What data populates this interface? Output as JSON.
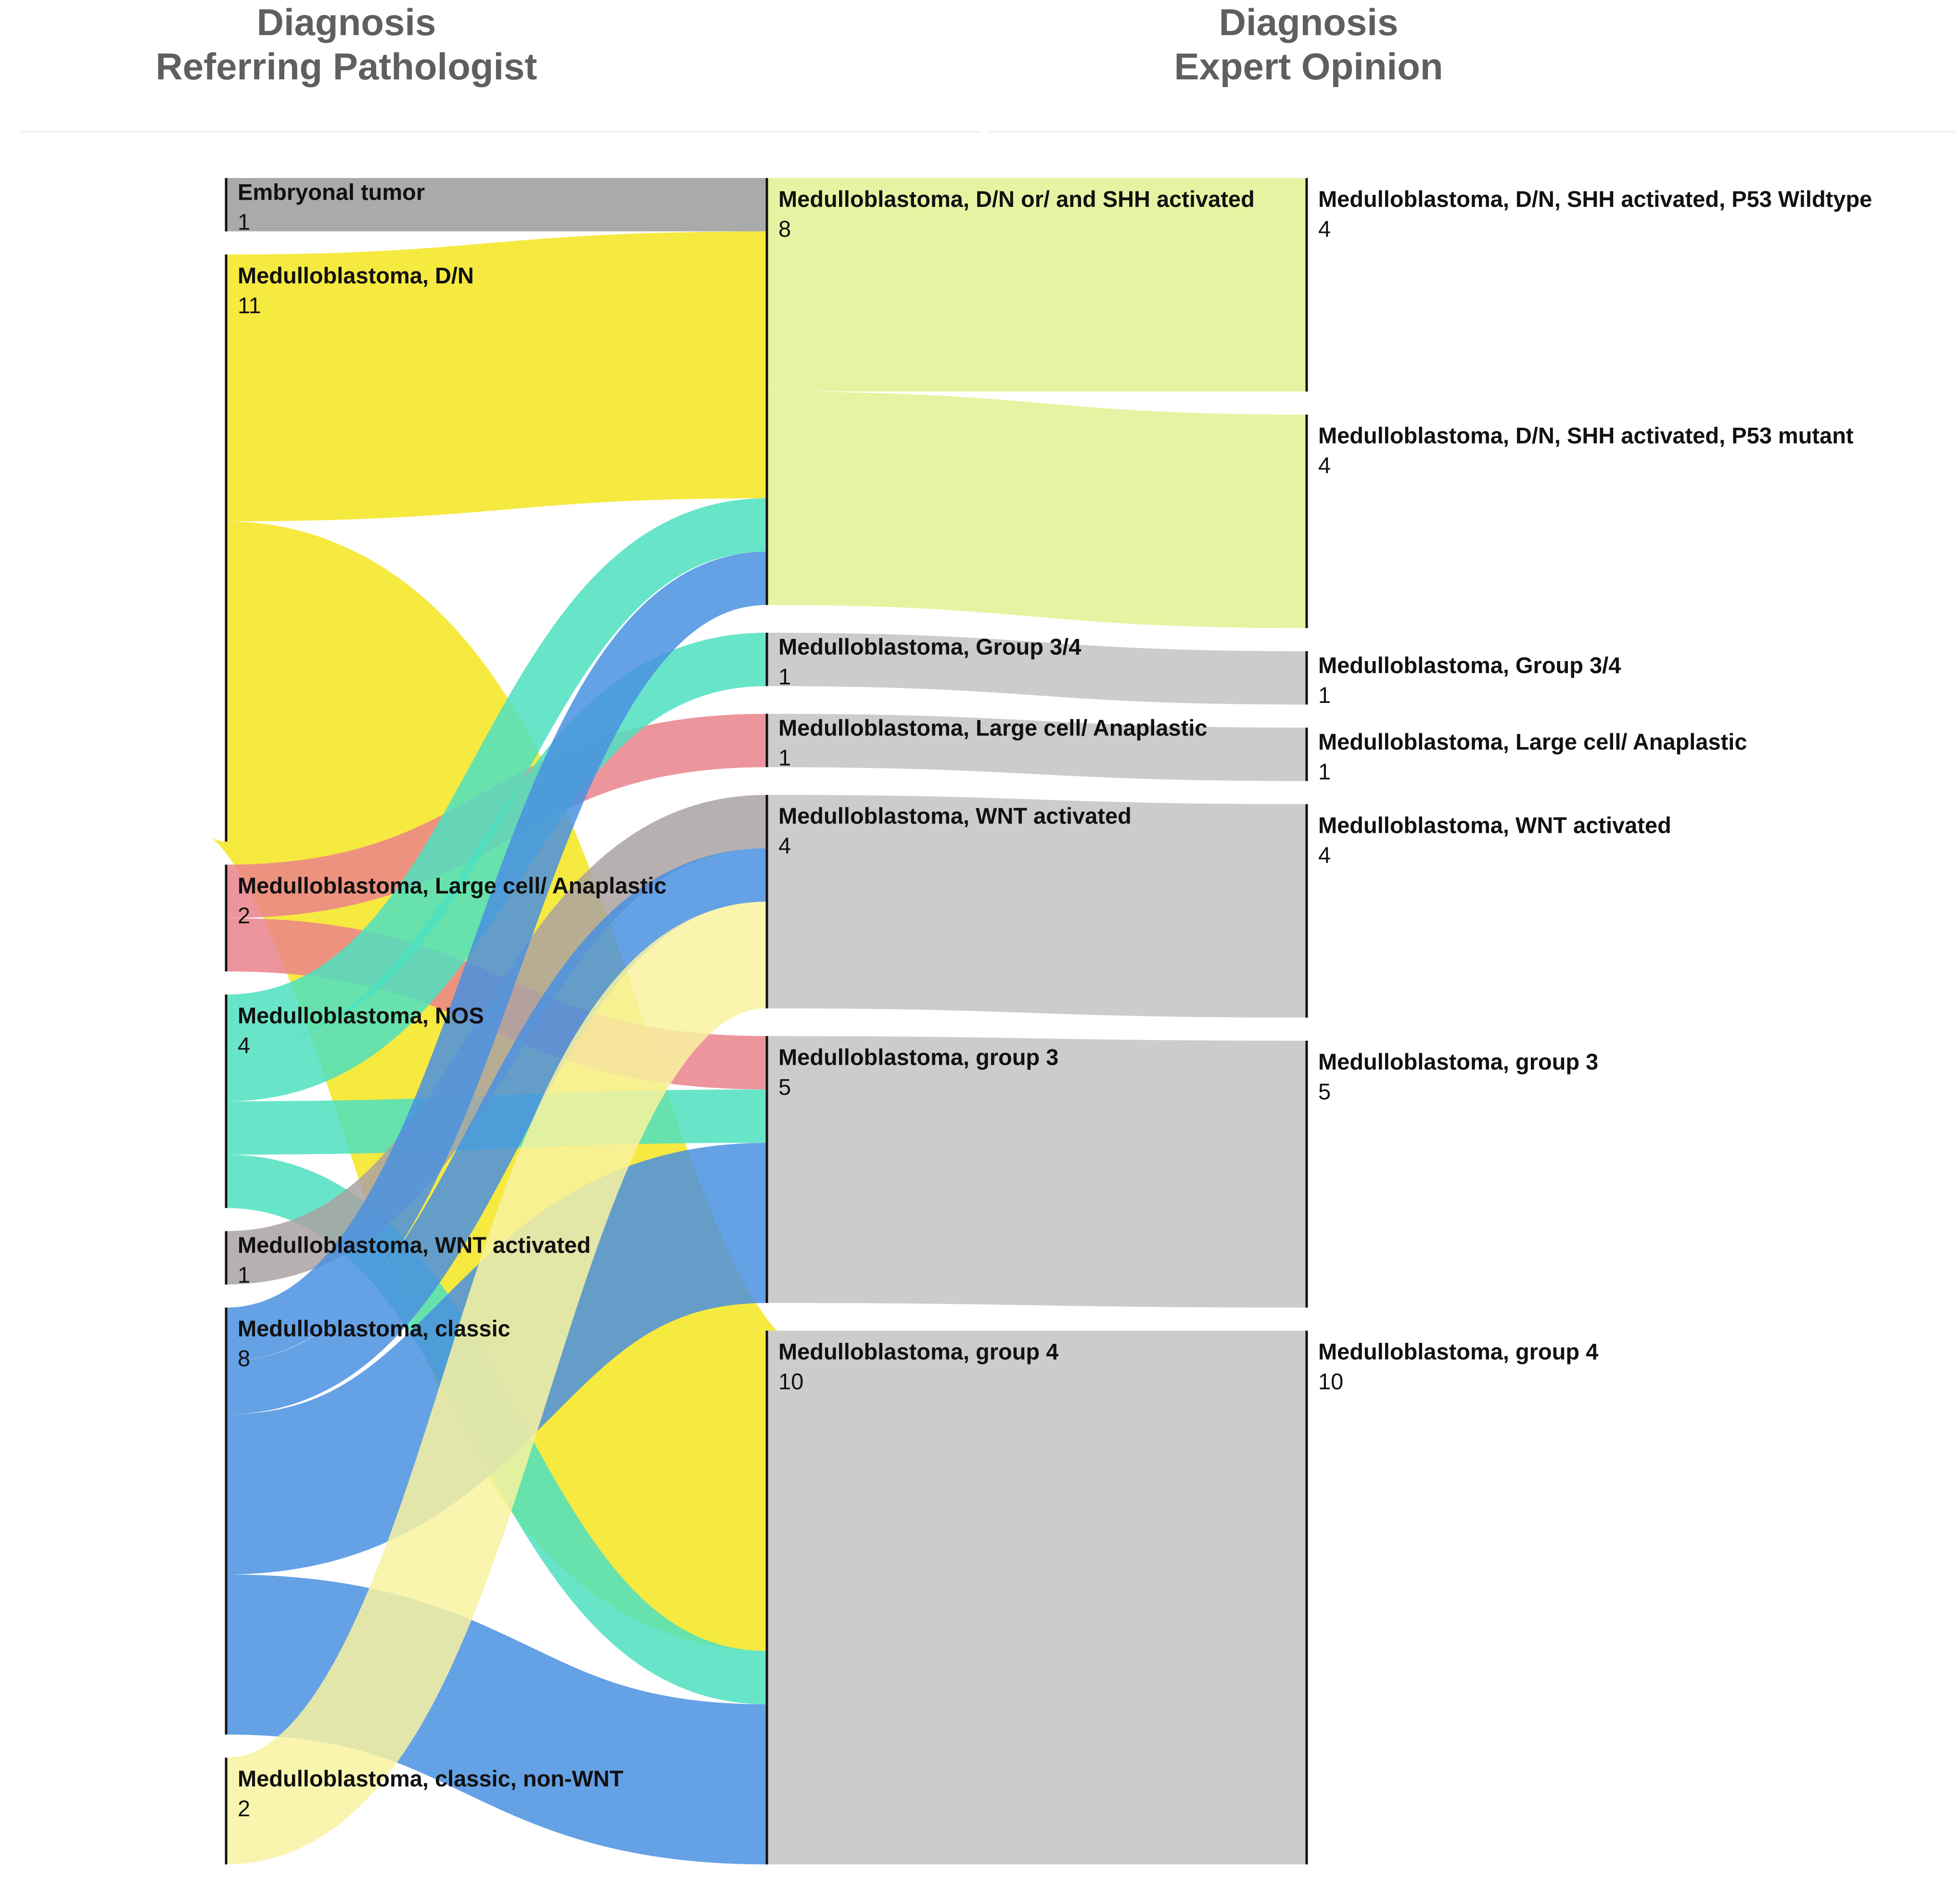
{
  "titles": {
    "left_line1": "Diagnosis",
    "left_line2": "Referring Pathologist",
    "right_line1": "Diagnosis",
    "right_line2": "Expert Opinion"
  },
  "colors": {
    "embryonal": "#9b9b9b",
    "dn": "#f5e51f",
    "large_cell": "#ea838b",
    "nos": "#4de0c0",
    "wnt": "#aaa2a2",
    "classic": "#4a90e0",
    "classic_nonwnt": "#f8f2a0",
    "expert_dn_shh": "#e6f3a2",
    "group34": "#4de0c0",
    "expert_large": "#ea838b",
    "expert_wnt": "#79e4e8",
    "group3": "#4481b4",
    "group4": "#a2f045",
    "final_dn_wt": "#e6f3a2",
    "final_dn_mut": "#e6f3a2"
  },
  "nodes": [
    {
      "id": "embryonal",
      "column": 0,
      "label": "Embryonal tumor",
      "value": 1
    },
    {
      "id": "dn",
      "column": 0,
      "label": "Medulloblastoma, D/N",
      "value": 11
    },
    {
      "id": "large_cell",
      "column": 0,
      "label": "Medulloblastoma, Large cell/ Anaplastic",
      "value": 2
    },
    {
      "id": "nos",
      "column": 0,
      "label": "Medulloblastoma, NOS",
      "value": 4
    },
    {
      "id": "wnt",
      "column": 0,
      "label": "Medulloblastoma, WNT activated",
      "value": 1
    },
    {
      "id": "classic",
      "column": 0,
      "label": "Medulloblastoma, classic",
      "value": 8
    },
    {
      "id": "classic_nonwnt",
      "column": 0,
      "label": "Medulloblastoma, classic, non-WNT",
      "value": 2
    },
    {
      "id": "expert_dn_shh",
      "column": 1,
      "label": "Medulloblastoma, D/N or/ and SHH activated",
      "value": 8
    },
    {
      "id": "group34",
      "column": 1,
      "label": "Medulloblastoma, Group 3/4",
      "value": 1
    },
    {
      "id": "expert_large",
      "column": 1,
      "label": "Medulloblastoma, Large cell/ Anaplastic",
      "value": 1
    },
    {
      "id": "expert_wnt",
      "column": 1,
      "label": "Medulloblastoma, WNT activated",
      "value": 4
    },
    {
      "id": "group3",
      "column": 1,
      "label": "Medulloblastoma, group 3",
      "value": 5
    },
    {
      "id": "group4",
      "column": 1,
      "label": "Medulloblastoma, group 4",
      "value": 10
    },
    {
      "id": "final_dn_wt",
      "column": 2,
      "label": "Medulloblastoma, D/N, SHH activated, P53 Wildtype",
      "value": 4
    },
    {
      "id": "final_dn_mut",
      "column": 2,
      "label": "Medulloblastoma, D/N, SHH activated, P53 mutant",
      "value": 4
    },
    {
      "id": "final_group34",
      "column": 2,
      "label": "Medulloblastoma, Group 3/4",
      "value": 1
    },
    {
      "id": "final_large",
      "column": 2,
      "label": "Medulloblastoma, Large cell/ Anaplastic",
      "value": 1
    },
    {
      "id": "final_wnt",
      "column": 2,
      "label": "Medulloblastoma, WNT activated",
      "value": 4
    },
    {
      "id": "final_group3",
      "column": 2,
      "label": "Medulloblastoma, group 3",
      "value": 5
    },
    {
      "id": "final_group4",
      "column": 2,
      "label": "Medulloblastoma, group 4",
      "value": 10
    }
  ],
  "links": [
    {
      "source": "embryonal",
      "target": "expert_dn_shh",
      "value": 1
    },
    {
      "source": "dn",
      "target": "expert_dn_shh",
      "value": 5
    },
    {
      "source": "dn",
      "target": "group4",
      "value": 6
    },
    {
      "source": "large_cell",
      "target": "expert_large",
      "value": 1
    },
    {
      "source": "large_cell",
      "target": "group3",
      "value": 1
    },
    {
      "source": "nos",
      "target": "expert_dn_shh",
      "value": 1
    },
    {
      "source": "nos",
      "target": "group34",
      "value": 1
    },
    {
      "source": "nos",
      "target": "group3",
      "value": 1
    },
    {
      "source": "nos",
      "target": "group4",
      "value": 1
    },
    {
      "source": "wnt",
      "target": "expert_wnt",
      "value": 1
    },
    {
      "source": "classic",
      "target": "expert_dn_shh",
      "value": 1
    },
    {
      "source": "classic",
      "target": "expert_wnt",
      "value": 1
    },
    {
      "source": "classic",
      "target": "group3",
      "value": 3
    },
    {
      "source": "classic",
      "target": "group4",
      "value": 3
    },
    {
      "source": "classic_nonwnt",
      "target": "expert_wnt",
      "value": 2
    },
    {
      "source": "expert_dn_shh",
      "target": "final_dn_wt",
      "value": 4
    },
    {
      "source": "expert_dn_shh",
      "target": "final_dn_mut",
      "value": 4
    },
    {
      "source": "group34",
      "target": "final_group34",
      "value": 1
    },
    {
      "source": "expert_large",
      "target": "final_large",
      "value": 1
    },
    {
      "source": "expert_wnt",
      "target": "final_wnt",
      "value": 4
    },
    {
      "source": "group3",
      "target": "final_group3",
      "value": 5
    },
    {
      "source": "group4",
      "target": "final_group4",
      "value": 10
    }
  ]
}
